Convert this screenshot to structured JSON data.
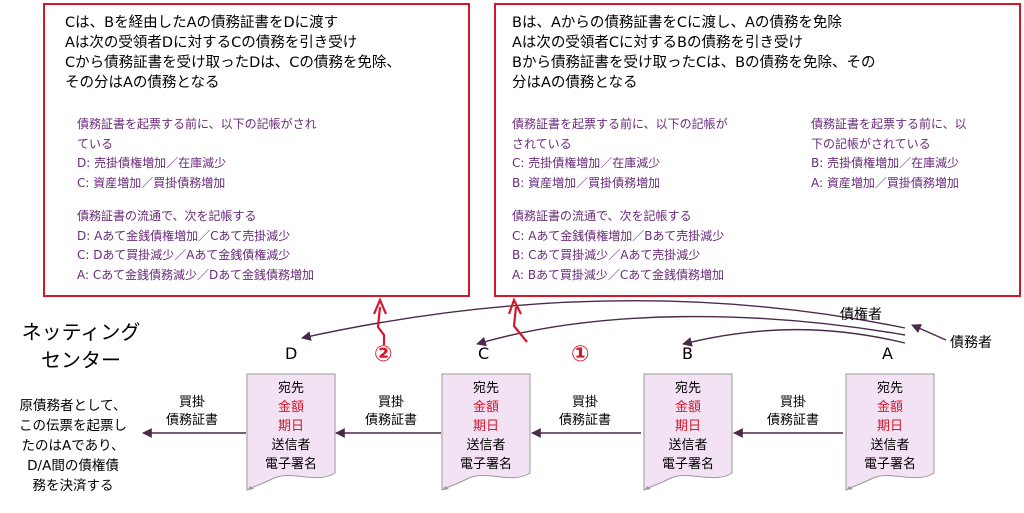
{
  "left_box": {
    "heading": [
      "Cは、Bを経由したAの債務証書をDに渡す",
      "Aは次の受領者Dに対するCの債務を引き受け",
      "Cから債務証書を受け取ったDは、Cの債務を免除、",
      "その分はAの債務となる"
    ],
    "before_note": [
      "債務証書を起票する前に、以下の記帳がされ",
      "ている",
      "D: 売掛債権増加／在庫減少",
      "C: 資産増加／買掛債務増加"
    ],
    "circulation_note": [
      "債務証書の流通で、次を記帳する",
      "D: Aあて金銭債権増加／Cあて売掛減少",
      "C: Dあて買掛減少／Aあて金銭債権減少",
      "A: Cあて金銭債務減少／Dあて金銭債務増加"
    ]
  },
  "right_box": {
    "heading": [
      "Bは、Aからの債務証書をCに渡し、Aの債務を免除",
      "Aは次の受領者Cに対するBの債務を引き受け",
      "Bから債務証書を受け取ったCは、Bの債務を免除、その",
      "分はAの債務となる"
    ],
    "before_note_c": [
      "債務証書を起票する前に、以下の記帳が",
      "されている",
      "C: 売掛債権増加／在庫減少",
      "B: 資産増加／買掛債務増加"
    ],
    "before_note_b": [
      "債務証書を起票する前に、以",
      "下の記帳がされている",
      "B: 売掛債権増加／在庫減少",
      "A: 資産増加／買掛債務増加"
    ],
    "circulation_note": [
      "債務証書の流通で、次を記帳する",
      "C: Aあて金銭債権増加／Bあて売掛減少",
      "B: Cあて買掛減少／Aあて売掛減少",
      "A: Bあて買掛減少／Cあて金銭債務増加"
    ]
  },
  "netting_center": [
    "ネッティング",
    "センター"
  ],
  "original_debtor_note": [
    "原債務者として、",
    "この伝票を起票し",
    "たのはAであり、",
    "D/A間の債権債",
    "務を決済する"
  ],
  "creditor_label": "債権者",
  "debtor_label": "債務者",
  "parties": [
    "D",
    "C",
    "B",
    "A"
  ],
  "steps": [
    "②",
    "①"
  ],
  "doc_fields": {
    "addressee": "宛先",
    "amount": "金額",
    "due_date": "期日",
    "sender": "送信者",
    "signature": "電子署名"
  },
  "flow_label": [
    "買掛",
    "債務証書"
  ],
  "colors": {
    "box_border": "#d4172a",
    "note_text": "#6a2a7a",
    "doc_fill": "#f3e2f3",
    "highlight": "#d4172a"
  }
}
